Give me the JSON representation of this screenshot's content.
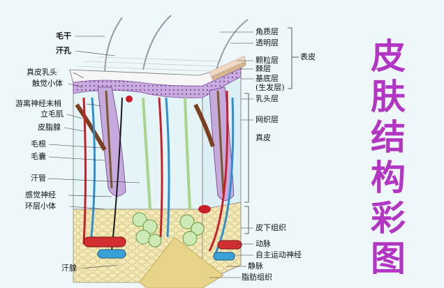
{
  "title_chars": [
    "皮",
    "肤",
    "结",
    "构",
    "彩",
    "图"
  ],
  "colors": {
    "accent": "#b235c4",
    "artery": "#c8202a",
    "vein": "#2f8fd0",
    "fat": "#f0e6b2",
    "epidermis": "#c6a9dd"
  },
  "left_labels": {
    "hair_shaft": "毛干",
    "sweat_pore": "汗孔",
    "dermal_papilla": "真皮乳头",
    "tactile_corpuscle": "触觉小体",
    "free_nerve_ending": "游离神经末梢",
    "arrector_pili": "立毛肌",
    "sebaceous_gland": "皮脂腺",
    "hair_root": "毛根",
    "hair_follicle": "毛囊",
    "sweat_duct": "汗管",
    "sensory_nerve": "感觉神经",
    "lamellar_corpuscle": "环层小体",
    "sweat_gland": "汗腺"
  },
  "right_labels": {
    "stratum_corneum": "角质层",
    "stratum_lucidum": "透明层",
    "stratum_granulosum": "颗粒层",
    "stratum_spinosum": "棘层",
    "stratum_basale": "基底层",
    "stratum_basale_alt": "(生发层)",
    "epidermis": "表皮",
    "papillary_layer": "乳头层",
    "reticular_layer": "网织层",
    "dermis": "真皮",
    "subcutaneous": "皮下组织",
    "artery": "动脉",
    "autonomic_nerve": "自主运动神经",
    "vein": "静脉",
    "adipose": "脂肪组织"
  }
}
